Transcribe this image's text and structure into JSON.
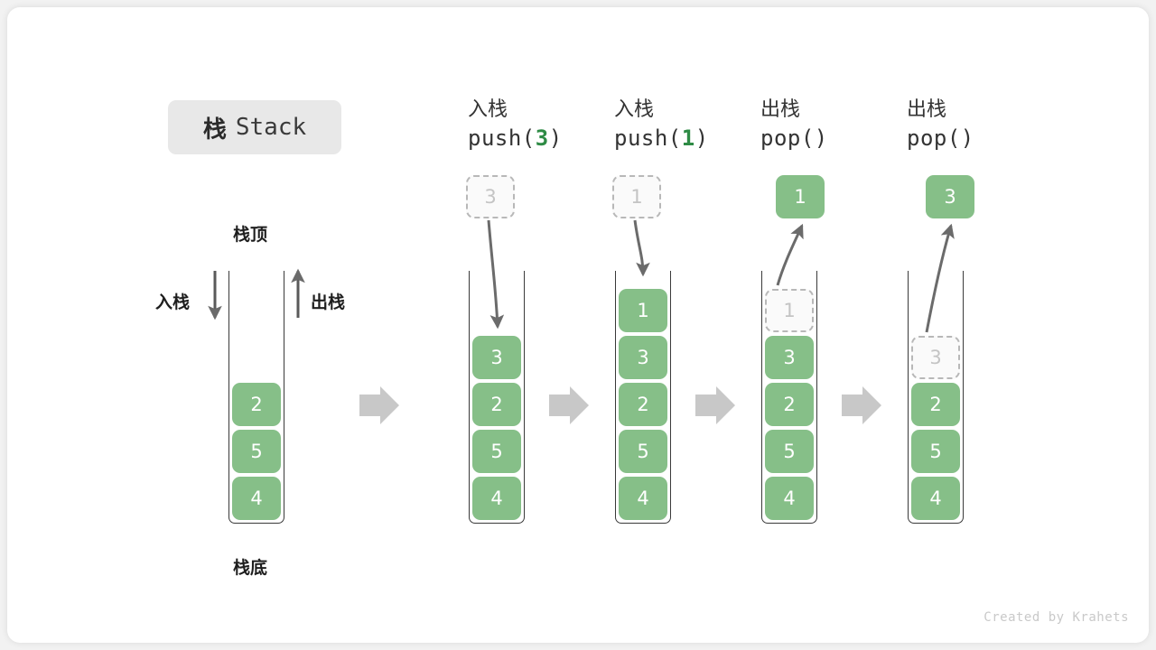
{
  "title": {
    "cn": "栈",
    "en": "Stack"
  },
  "annotations": {
    "top": "栈顶",
    "bottom": "栈底",
    "push": "入栈",
    "pop": "出栈"
  },
  "footer": "Created by Krahets",
  "colors": {
    "cell_fill": "#86bf88",
    "cell_text": "#ffffff",
    "ghost_border": "#b8b8b8",
    "ghost_text": "#c4c4c4",
    "arrow": "#6b6b6b",
    "block_arrow": "#c8c8c8",
    "accent_number": "#2e8b45",
    "badge_bg": "#e8e8e8"
  },
  "columns": [
    {
      "id": "initial",
      "header_cn": "",
      "header_code": "",
      "stack": [
        "2",
        "5",
        "4"
      ],
      "ghost_top": null,
      "float_cell": null
    },
    {
      "id": "push-3",
      "header_cn": "入栈",
      "header_code": "push(",
      "header_code_num": "3",
      "header_code_tail": ")",
      "stack": [
        "3",
        "2",
        "5",
        "4"
      ],
      "ghost_top": null,
      "float_cell": {
        "value": "3",
        "style": "ghost"
      }
    },
    {
      "id": "push-1",
      "header_cn": "入栈",
      "header_code": "push(",
      "header_code_num": "1",
      "header_code_tail": ")",
      "stack": [
        "1",
        "3",
        "2",
        "5",
        "4"
      ],
      "ghost_top": null,
      "float_cell": {
        "value": "1",
        "style": "ghost"
      }
    },
    {
      "id": "pop-1",
      "header_cn": "出栈",
      "header_code": "pop()",
      "header_code_num": "",
      "header_code_tail": "",
      "stack": [
        "3",
        "2",
        "5",
        "4"
      ],
      "ghost_top": "1",
      "float_cell": {
        "value": "1",
        "style": "filled"
      }
    },
    {
      "id": "pop-3",
      "header_cn": "出栈",
      "header_code": "pop()",
      "header_code_num": "",
      "header_code_tail": "",
      "stack": [
        "2",
        "5",
        "4"
      ],
      "ghost_top": "3",
      "float_cell": {
        "value": "3",
        "style": "filled"
      }
    }
  ]
}
